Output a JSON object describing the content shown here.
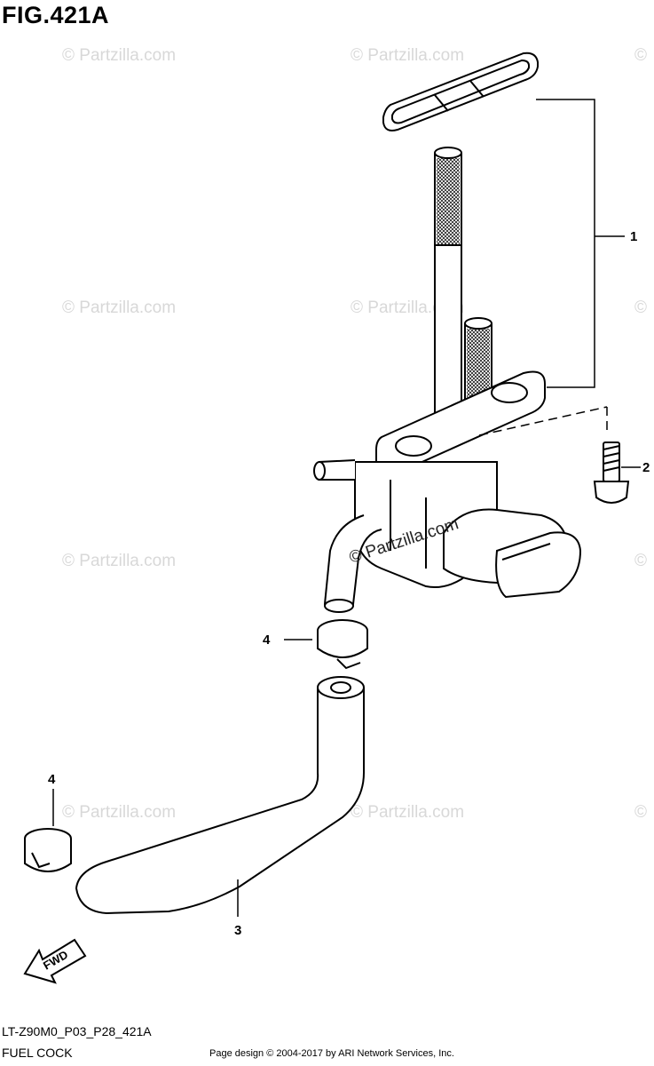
{
  "figure": {
    "title": "FIG.421A",
    "code": "LT-Z90M0_P03_P28_421A",
    "name": "FUEL COCK"
  },
  "callouts": [
    {
      "id": "1",
      "part": "fuel cock assembly"
    },
    {
      "id": "2",
      "part": "bolt"
    },
    {
      "id": "3",
      "part": "fuel hose"
    },
    {
      "id": "4",
      "part": "hose clamp (upper)"
    },
    {
      "id": "4b",
      "label": "4",
      "part": "hose clamp (lower)"
    }
  ],
  "watermark": {
    "text": "© Partzilla.com",
    "symbol": "©"
  },
  "fwd_label": "FWD",
  "footer": {
    "credit": "Page design © 2004-2017 by ARI Network Services, Inc."
  }
}
